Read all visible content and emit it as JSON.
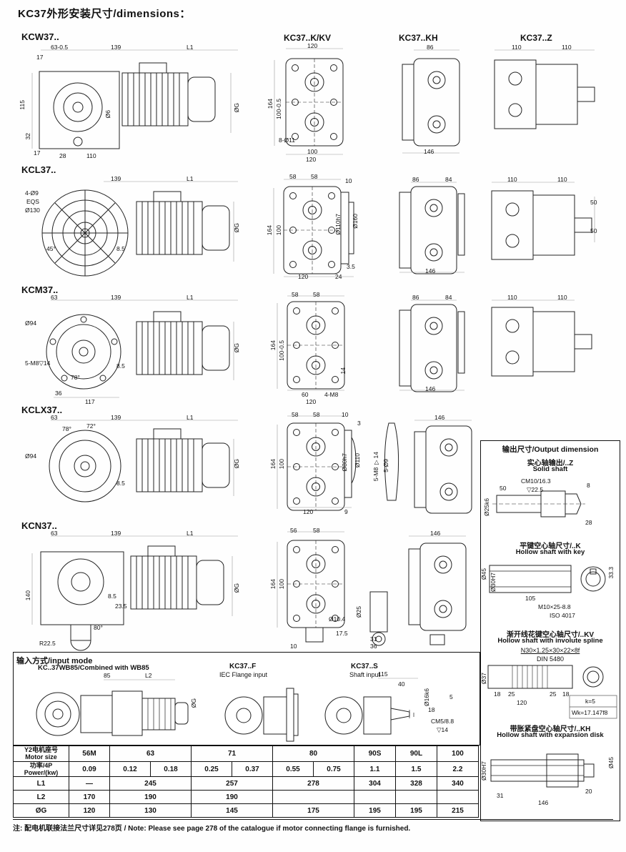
{
  "title": "KC37外形安装尺寸/dimensions：",
  "headers": {
    "kkv": "KC37..K/KV",
    "kh": "KC37..KH",
    "z": "KC37..Z"
  },
  "sections": {
    "kcw": {
      "label": "KCW37..",
      "left": [
        "63-0.5",
        "17",
        "139",
        "L1",
        "115",
        "32",
        "17",
        "28",
        "110",
        "Ø6",
        "ØG"
      ],
      "kkv": [
        "120",
        "164",
        "100-0.5",
        "8-Ø11",
        "100",
        "120"
      ],
      "kh": [
        "86",
        "146"
      ],
      "z": [
        "110",
        "110"
      ]
    },
    "kcl": {
      "label": "KCL37..",
      "left": [
        "139",
        "L1",
        "4-Ø9",
        "EQS",
        "Ø130",
        "45°",
        "8.5",
        "ØG"
      ],
      "kkv": [
        "58",
        "58",
        "10",
        "164",
        "100",
        "Ø110h7",
        "Ø160",
        "120",
        "24",
        "3.5"
      ],
      "kh": [
        "86",
        "84",
        "146"
      ],
      "z": [
        "110",
        "110",
        "50",
        "50"
      ]
    },
    "kcm": {
      "label": "KCM37..",
      "left": [
        "63",
        "139",
        "L1",
        "Ø94",
        "5-M8▽14",
        "78°",
        "36",
        "117",
        "8.5",
        "ØG"
      ],
      "kkv": [
        "58",
        "58",
        "164",
        "100-0.5",
        "14",
        "60",
        "4-M8",
        "120"
      ],
      "kh": [
        "86",
        "84",
        "146"
      ],
      "z": [
        "110",
        "110"
      ]
    },
    "kclx": {
      "label": "KCLX37..",
      "left": [
        "63",
        "139",
        "L1",
        "78°",
        "72°",
        "Ø94",
        "8.5",
        "ØG"
      ],
      "kkv": [
        "58",
        "58",
        "10",
        "3",
        "164",
        "100",
        "Ø80h7",
        "Ø110",
        "120",
        "9"
      ],
      "side": [
        "5-M8 ▽14",
        "5-Ø9"
      ],
      "kh": [
        "146"
      ]
    },
    "kcn": {
      "label": "KCN37..",
      "left": [
        "63",
        "139",
        "L1",
        "140",
        "8.5",
        "23.5",
        "80°",
        "R22.5",
        "ØG"
      ],
      "kkv": [
        "56",
        "58",
        "164",
        "100",
        "17.5",
        "10",
        "Ø10.4"
      ],
      "side": [
        "Ø25",
        "31",
        "36"
      ],
      "kh": [
        "146"
      ]
    }
  },
  "output": {
    "title": "输出尺寸/Output dimension",
    "z": {
      "cn": "实心轴输出/..Z",
      "en": "Solid shaft",
      "dims": [
        "50",
        "CM10/16.3",
        "▽22.5",
        "8",
        "Ø25k6",
        "28"
      ]
    },
    "k": {
      "cn": "平键空心轴尺寸/..K",
      "en": "Hollow shaft with key",
      "dims": [
        "Ø45",
        "Ø30H7",
        "33.3",
        "105",
        "M10×25-8.8",
        "ISO 4017"
      ]
    },
    "kv": {
      "cn": "渐开线花键空心轴尺寸/..KV",
      "en": "Hollow shaft with involute spline",
      "spec": "N30×1.25×30×22×8f",
      "std": "DIN 5480",
      "dims": [
        "Ø37",
        "18",
        "25",
        "120",
        "25",
        "18",
        "k=5",
        "Wk=17.147f8"
      ]
    },
    "kh": {
      "cn": "带胀紧盘空心轴尺寸/..KH",
      "en": "Hollow shaft with expansion disk",
      "dims": [
        "Ø30H7",
        "Ø45",
        "31",
        "146",
        "20"
      ]
    }
  },
  "input": {
    "title": "输入方式/input mode",
    "wb85": {
      "label": "KC..37WB85/Combined with WB85",
      "dims": [
        "85",
        "L2",
        "ØG"
      ]
    },
    "f": {
      "label": "KC37..F",
      "sublabel": "IEC Flange input"
    },
    "s": {
      "label": "KC37..S",
      "sublabel": "Shaft input",
      "dims": [
        "115",
        "40",
        "Ø16k6",
        "5",
        "18",
        "CM5/8.8",
        "▽14"
      ]
    }
  },
  "table": {
    "h_motor_cn": "Y2电机座号",
    "h_motor_en": "Motor size",
    "h_power_cn": "功率/4P",
    "h_power_en": "Power/(kw)",
    "h_l1": "L1",
    "h_l2": "L2",
    "h_g": "ØG",
    "motor_sizes": [
      "56M",
      "63",
      "71",
      "80",
      "90S",
      "90L",
      "100"
    ],
    "power": [
      "0.09",
      "0.12",
      "0.18",
      "0.25",
      "0.37",
      "0.55",
      "0.75",
      "1.1",
      "1.5",
      "2.2"
    ],
    "l1": [
      "—",
      "245",
      "257",
      "278",
      "304",
      "328",
      "340"
    ],
    "l2": [
      "170",
      "190",
      "190",
      "",
      "",
      "",
      ""
    ],
    "g": [
      "120",
      "130",
      "145",
      "175",
      "195",
      "195",
      "215"
    ]
  },
  "note": "注: 配电机联接法兰尺寸详见278页 / Note: Please see page 278 of the catalogue if motor connecting flange is furnished."
}
